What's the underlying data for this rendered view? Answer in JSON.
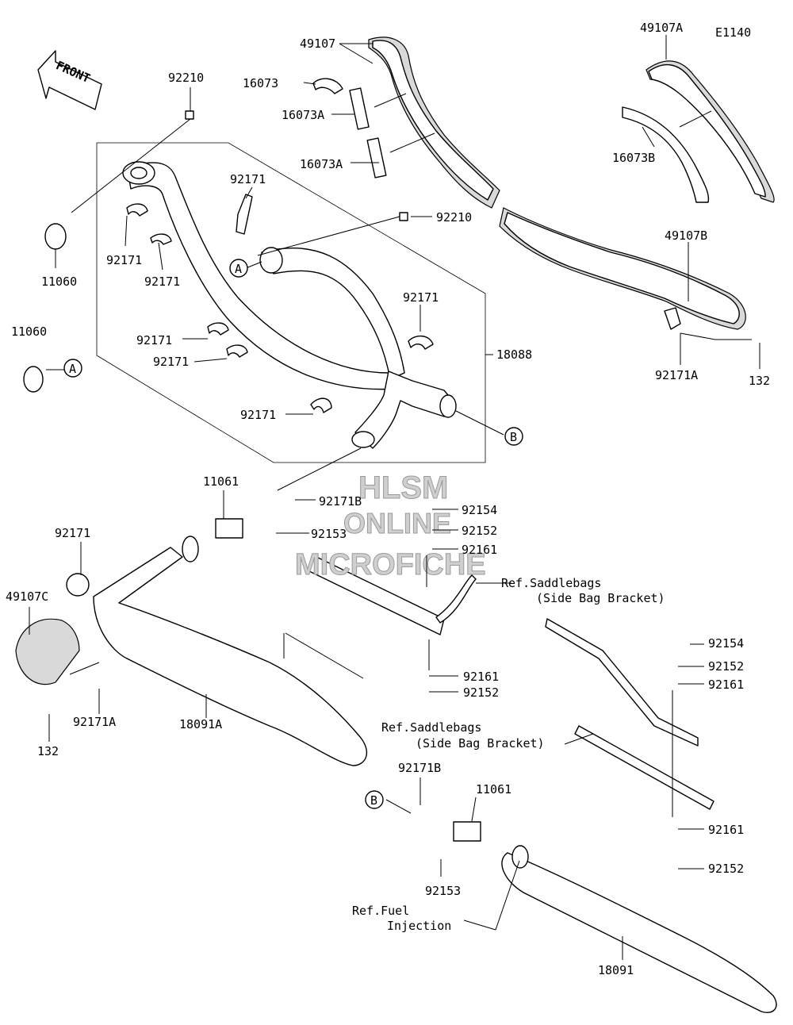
{
  "diagram": {
    "code": "E1140",
    "front_arrow_text": "FRONT",
    "watermark": [
      "HLSM",
      "ONLINE",
      "MICROFICHE"
    ],
    "callouts": {
      "a": "A",
      "b": "B"
    },
    "labels": {
      "p49107": "49107",
      "p49107a": "49107A",
      "p16073": "16073",
      "p16073a_1": "16073A",
      "p16073a_2": "16073A",
      "p16073b": "16073B",
      "p92210_top": "92210",
      "p92210_mid": "92210",
      "p92171_1": "92171",
      "p92171_2": "92171",
      "p92171_3": "92171",
      "p92171_4": "92171",
      "p92171_5": "92171",
      "p92171_6": "92171",
      "p92171_7": "92171",
      "p92171_8": "92171",
      "p11060_1": "11060",
      "p11060_2": "11060",
      "p49107b": "49107B",
      "p92171a_1": "92171A",
      "p132_1": "132",
      "p18088": "18088",
      "p11061_1": "11061",
      "p92171b_1": "92171B",
      "p92153_1": "92153",
      "p92154_1": "92154",
      "p92152_1": "92152",
      "p92161_1": "92161",
      "ref_saddle_1a": "Ref.Saddlebags",
      "ref_saddle_1b": "(Side Bag Bracket)",
      "p49107c": "49107C",
      "p92171a_2": "92171A",
      "p132_2": "132",
      "p18091a": "18091A",
      "p92161_2": "92161",
      "p92152_2": "92152",
      "p92154_2": "92154",
      "p92152_3": "92152",
      "p92161_3": "92161",
      "ref_saddle_2a": "Ref.Saddlebags",
      "ref_saddle_2b": "(Side Bag Bracket)",
      "p92171b_2": "92171B",
      "p11061_2": "11061",
      "p92153_2": "92153",
      "p92161_4": "92161",
      "p92152_4": "92152",
      "ref_fuel_a": "Ref.Fuel",
      "ref_fuel_b": "Injection",
      "p18091": "18091"
    }
  }
}
